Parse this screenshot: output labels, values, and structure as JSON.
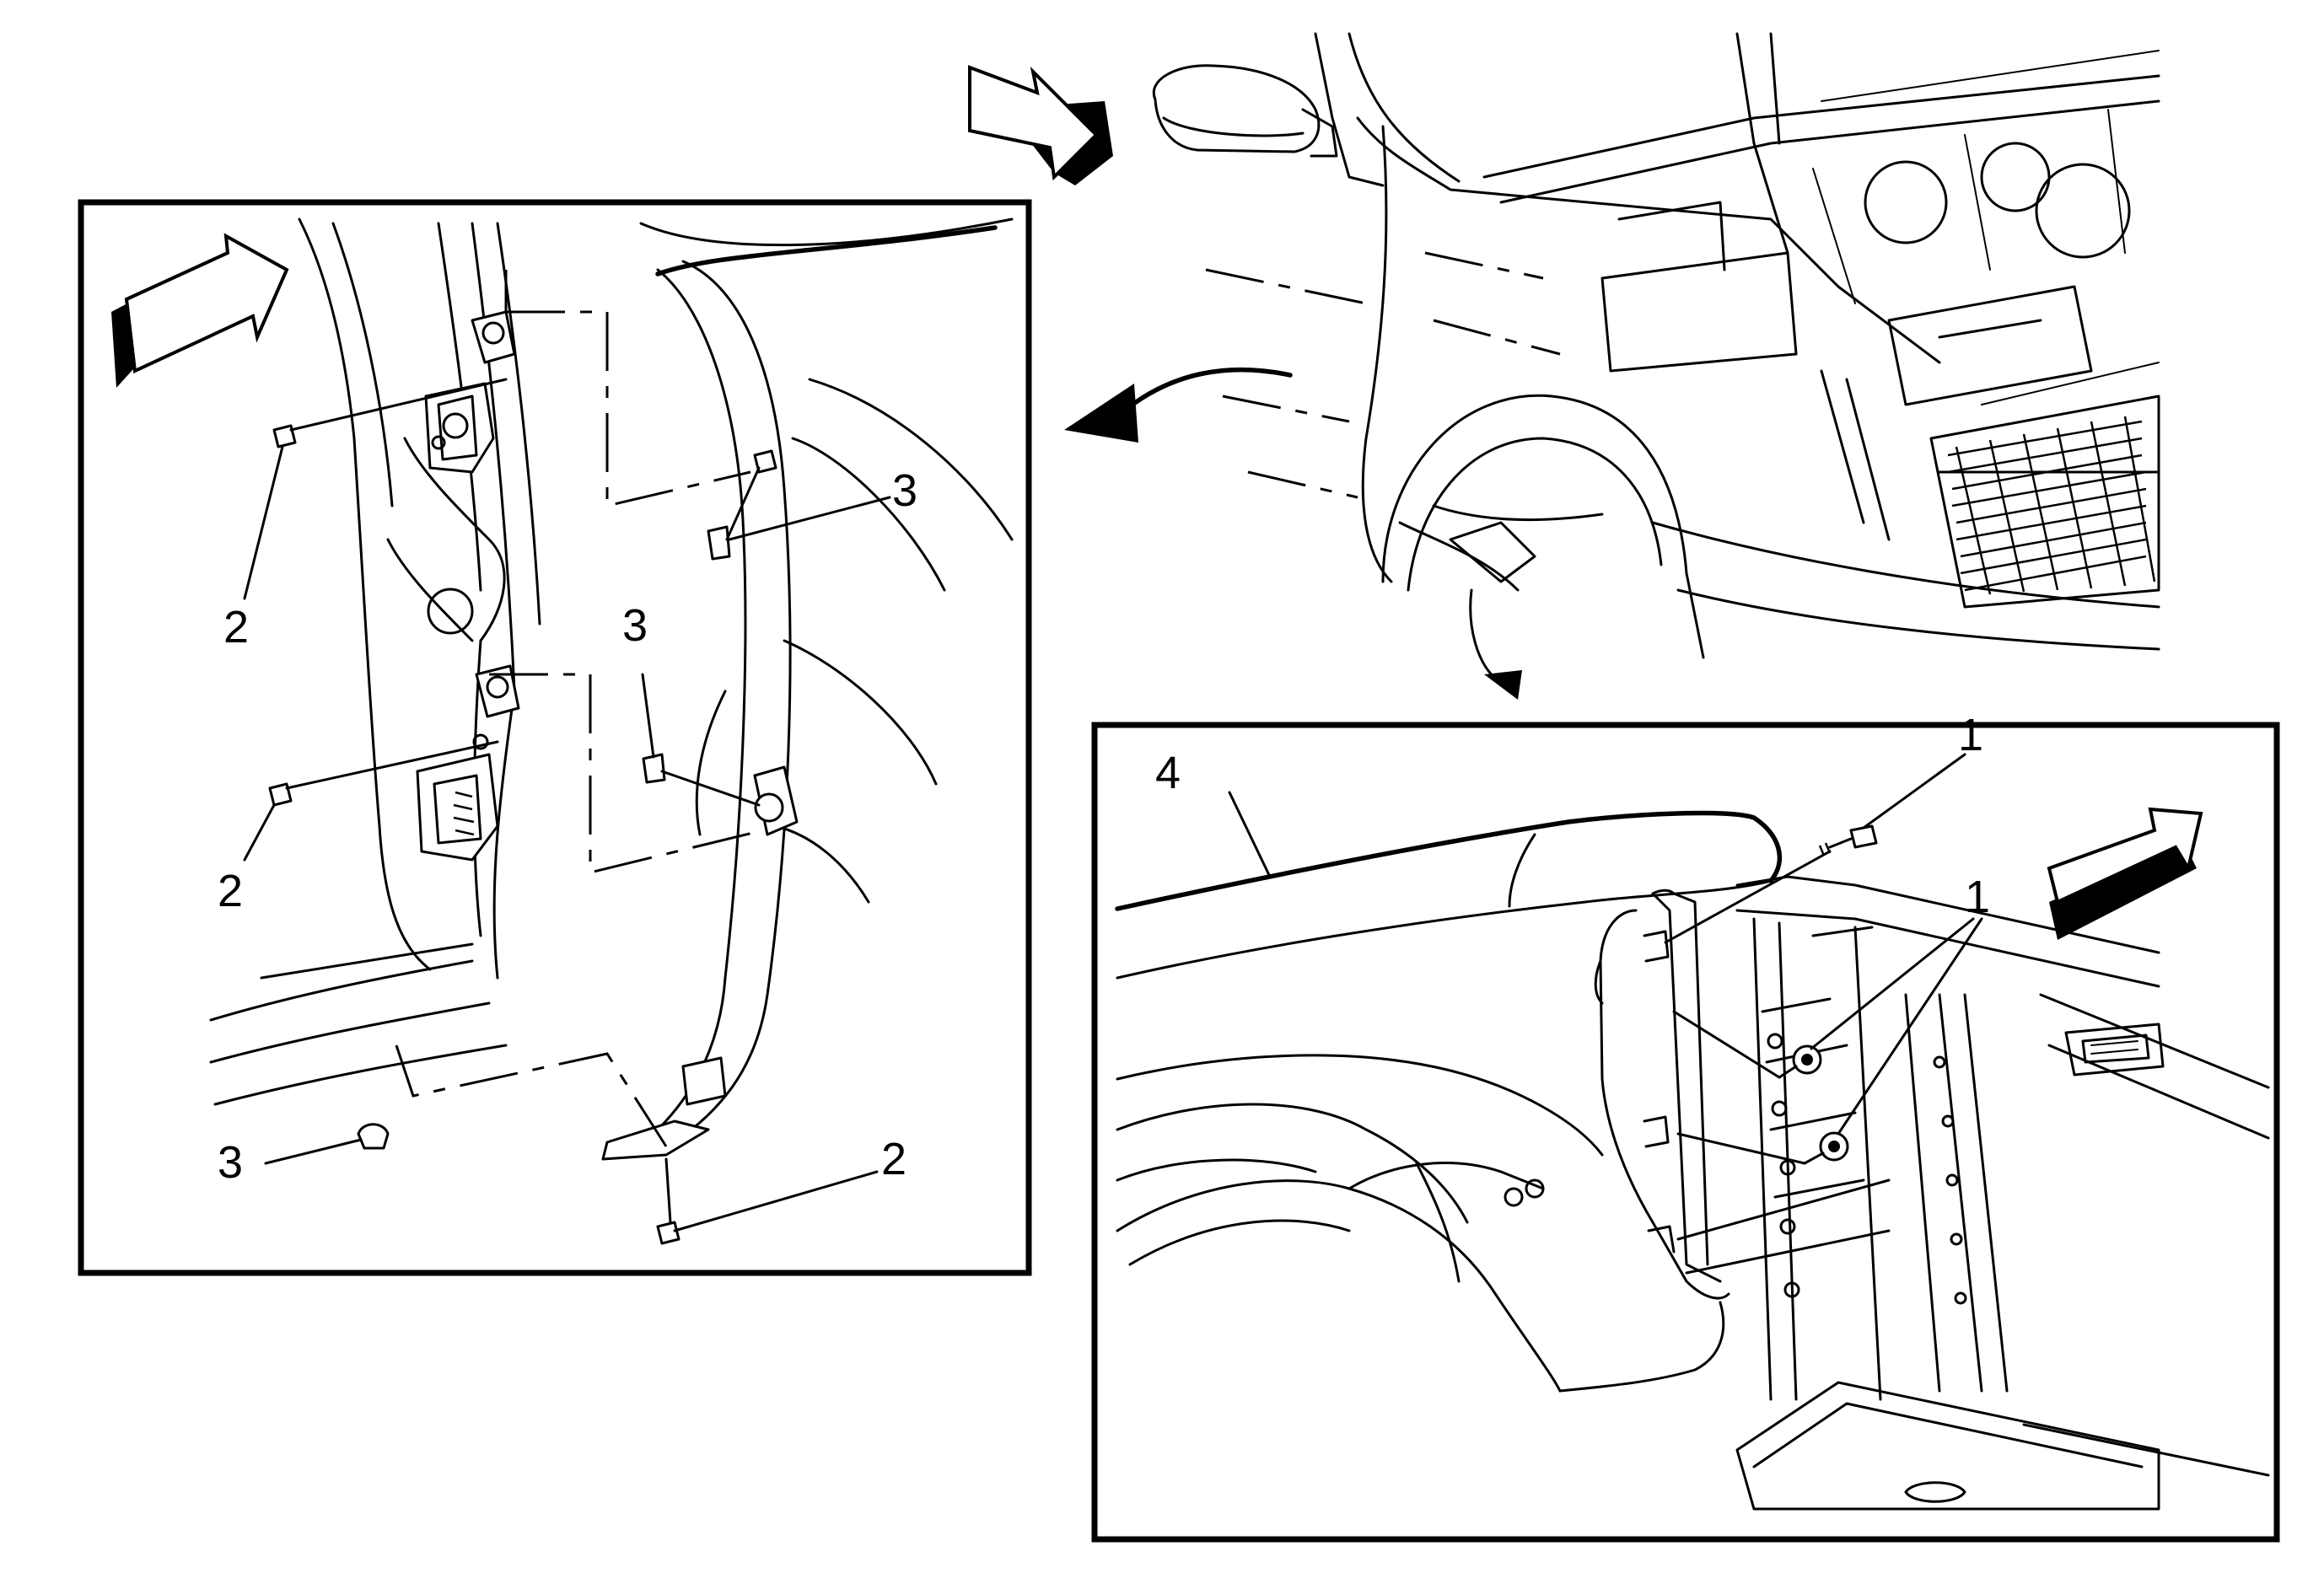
{
  "callouts": {
    "left_panel": [
      {
        "id": "L2a",
        "label": "2"
      },
      {
        "id": "L2b",
        "label": "2"
      },
      {
        "id": "L2c",
        "label": "2"
      },
      {
        "id": "L3a",
        "label": "3"
      },
      {
        "id": "L3b",
        "label": "3"
      },
      {
        "id": "L3c",
        "label": "3"
      }
    ],
    "right_panel": [
      {
        "id": "R1a",
        "label": "1"
      },
      {
        "id": "R1b",
        "label": "1"
      },
      {
        "id": "R4",
        "label": "4"
      }
    ]
  }
}
